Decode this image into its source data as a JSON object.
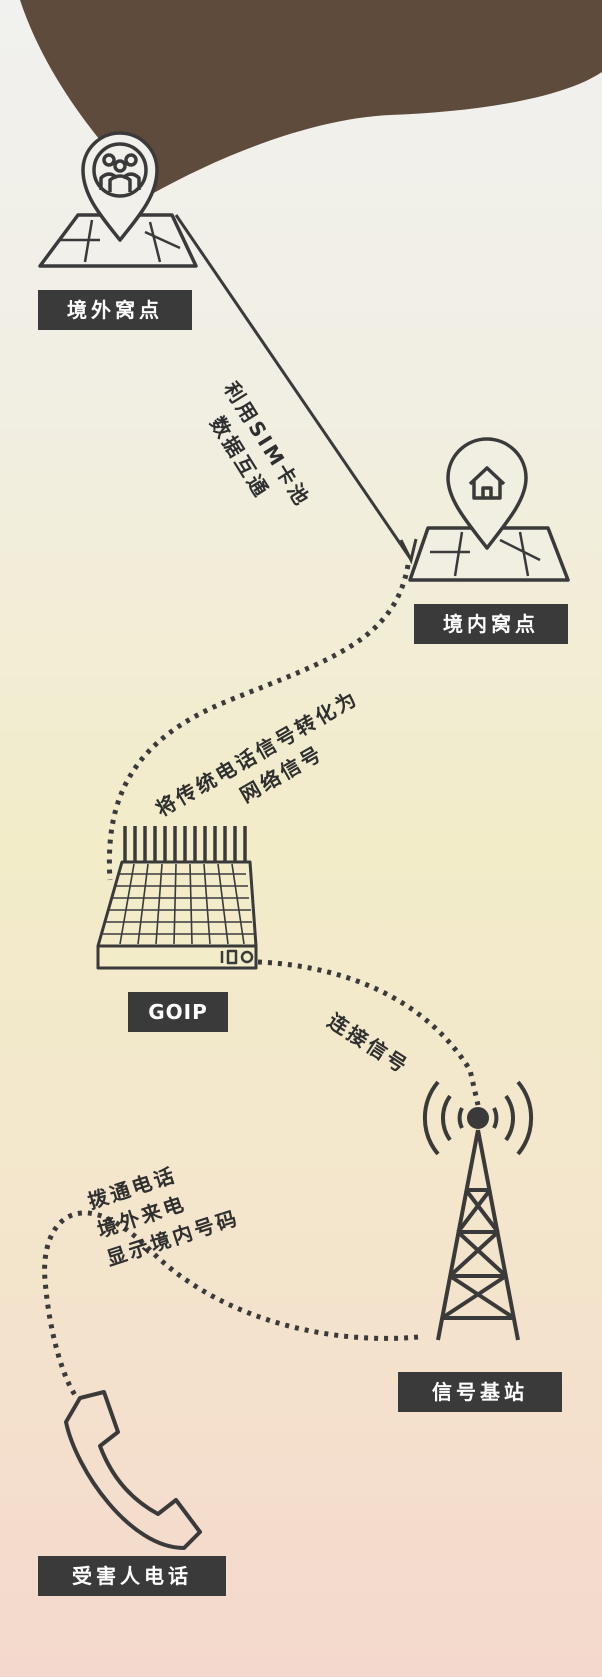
{
  "nodes": {
    "overseas_den": "境外窝点",
    "domestic_den": "境内窝点",
    "goip": "GOIP",
    "base_station": "信号基站",
    "victim_phone": "受害人电话"
  },
  "notes": {
    "sim_pool": [
      "利用SIM卡池",
      "数据互通"
    ],
    "convert": [
      "将传统电话信号转化为",
      "网络信号"
    ],
    "connect": "连接信号",
    "dial": [
      "拨通电话",
      "境外来电",
      "显示境内号码"
    ]
  },
  "colors": {
    "ink": "#3a3a3a",
    "hill": "#5e4b3c",
    "label_text": "#ffffff"
  }
}
